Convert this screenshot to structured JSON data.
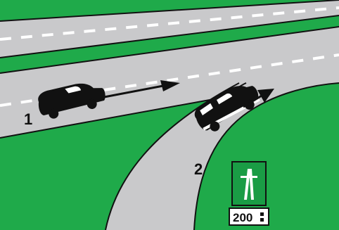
{
  "scene": {
    "vehicles": [
      {
        "label": "1",
        "color": "#111111",
        "road": "main-carriageway"
      },
      {
        "label": "2",
        "color": "#111111",
        "road": "slip-road"
      }
    ],
    "sign": {
      "type": "motorway-approach",
      "plate_text": "200",
      "bar_count": 2
    }
  },
  "colors": {
    "grass": "#1faa4a",
    "road": "#c9c9cb",
    "outline": "#111111",
    "marking": "#ffffff",
    "arrow": "#111111",
    "sign_bg": "#1a9c45",
    "plate_bg": "#ffffff"
  },
  "icons": {
    "car1": "car-icon",
    "car2": "car-icon",
    "sign_symbol": "motorway-icon"
  }
}
